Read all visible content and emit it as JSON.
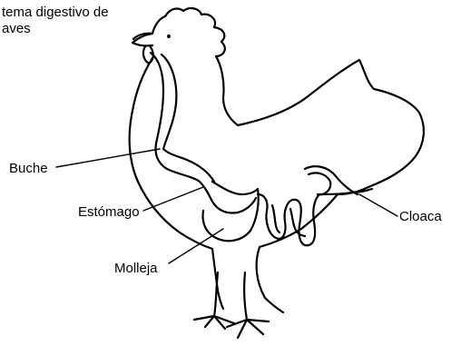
{
  "title": {
    "line1": "tema digestivo de",
    "line2": "aves"
  },
  "labels": {
    "buche": "Buche",
    "estomago": "Estómago",
    "molleja": "Molleja",
    "cloaca": "Cloaca"
  },
  "colors": {
    "stroke": "#000000",
    "background": "#ffffff"
  }
}
